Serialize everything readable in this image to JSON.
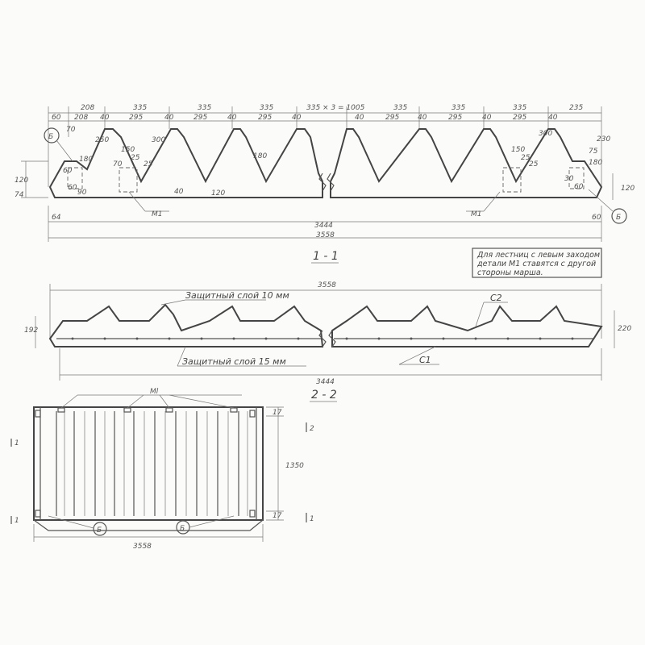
{
  "dims": {
    "top": [
      "208",
      "335",
      "335",
      "335",
      "335 × 3 = 1005",
      "335",
      "335",
      "335",
      "235"
    ],
    "top2": [
      "60",
      "208",
      "40",
      "295",
      "40",
      "295",
      "40",
      "295",
      "40",
      "40",
      "295",
      "40",
      "295",
      "40",
      "295",
      "40"
    ],
    "left_small": [
      "120",
      "74",
      "60",
      "180",
      "70",
      "90",
      "60"
    ],
    "inner": [
      "250",
      "300",
      "150",
      "25",
      "25",
      "70",
      "40",
      "180",
      "120"
    ],
    "right_small": [
      "230",
      "300",
      "150",
      "25",
      "25",
      "75",
      "180",
      "60",
      "30"
    ],
    "left_edge": "64",
    "right_edge": "60",
    "h120": "120",
    "length_a": "3444",
    "length_b": "3558"
  },
  "labels": {
    "callout_b": "Б",
    "m1": "М1",
    "m1_plan": "Мl",
    "section_11": "1 - 1",
    "section_22": "2 - 2",
    "note": [
      "Для лестниц с левым заходом",
      "детали М1 ставятся с другой",
      "стороны марша."
    ],
    "prot_top": "Защитный слой 10 мм",
    "prot_bot": "Защитный слой 15 мм",
    "c1": "С1",
    "c2": "С2",
    "h192": "192",
    "h220": "220",
    "h1350": "1350",
    "h17a": "17",
    "h17b": "17",
    "mark2": "2",
    "mark1": "1"
  }
}
